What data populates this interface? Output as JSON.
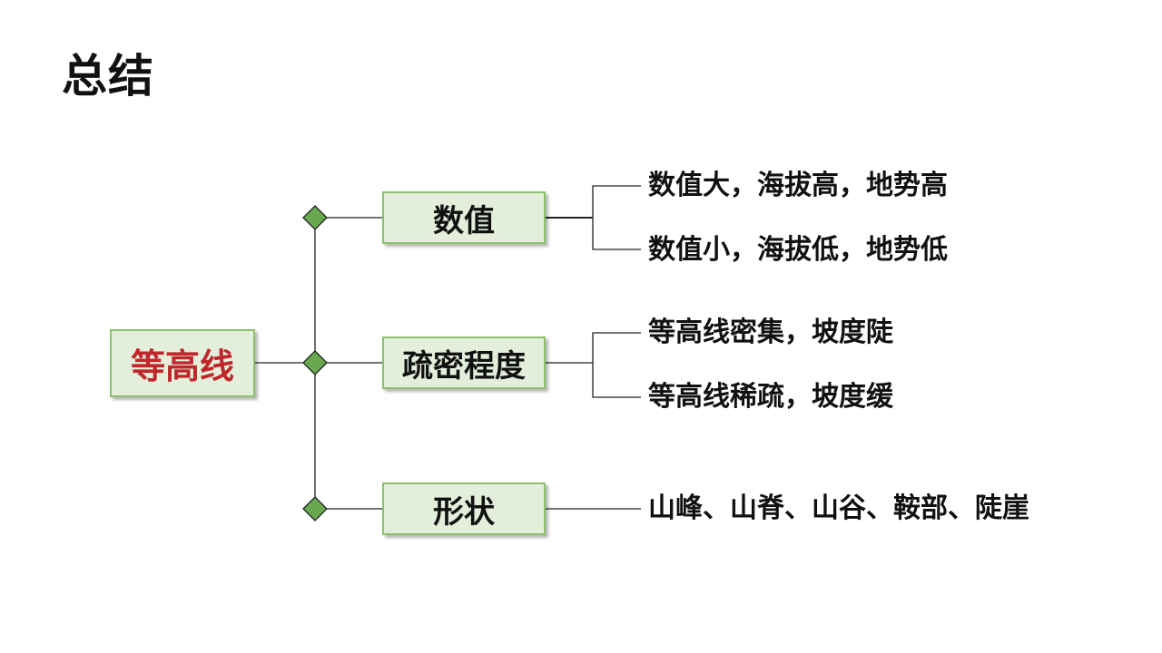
{
  "title": "总结",
  "root": "等高线",
  "categories": [
    {
      "label": "数值",
      "items": [
        "数值大，海拔高，地势高",
        "数值小，海拔低，地势低"
      ]
    },
    {
      "label": "疏密程度",
      "items": [
        "等高线密集，坡度陡",
        "等高线稀疏，坡度缓"
      ]
    },
    {
      "label": "形状",
      "items": [
        "山峰、山脊、山谷、鞍部、陡崖"
      ]
    }
  ],
  "colors": {
    "box_fill": "#e4efdb",
    "box_border": "#8cc16c",
    "diamond": "#6aa84f",
    "root_text": "#c0272d",
    "line": "#222222"
  }
}
